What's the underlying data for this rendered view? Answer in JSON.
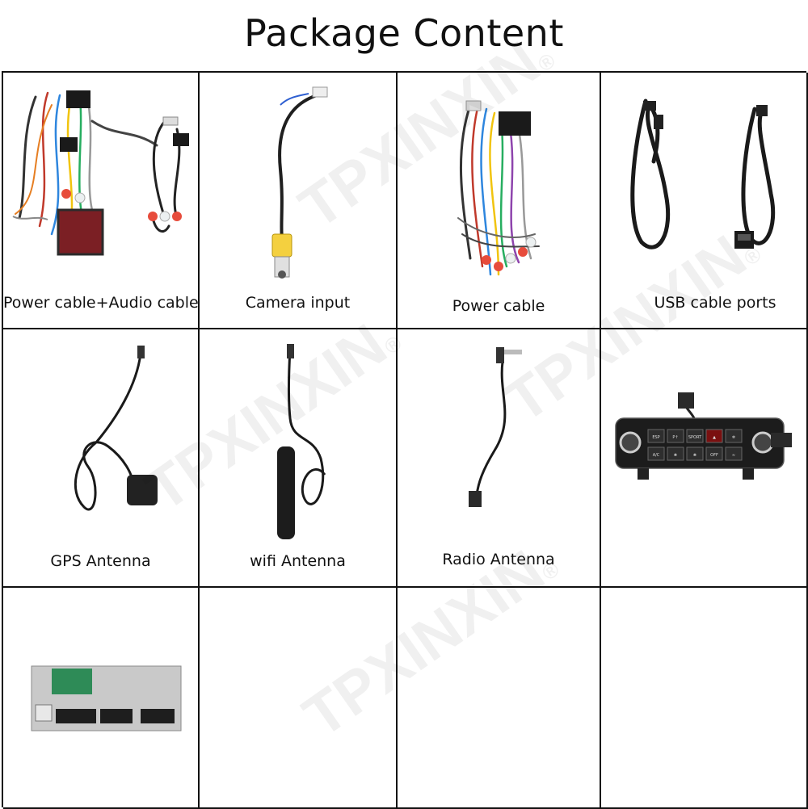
{
  "title": "Package Content",
  "watermark": "TPXINXIN",
  "watermark_mark": "®",
  "items": [
    {
      "label": "Power cable+Audio cable"
    },
    {
      "label": "Camera input"
    },
    {
      "label": "Power cable"
    },
    {
      "label": "USB cable ports"
    },
    {
      "label": "GPS Antenna"
    },
    {
      "label": "wifi Antenna"
    },
    {
      "label": "Radio Antenna"
    },
    {
      "label": ""
    },
    {
      "label": ""
    }
  ],
  "control_panel": {
    "buttons": [
      "ESP",
      "P↑",
      "SPORT",
      "▲",
      "❄",
      "A/C",
      "❀",
      "❀",
      "OFF",
      "≈"
    ]
  }
}
